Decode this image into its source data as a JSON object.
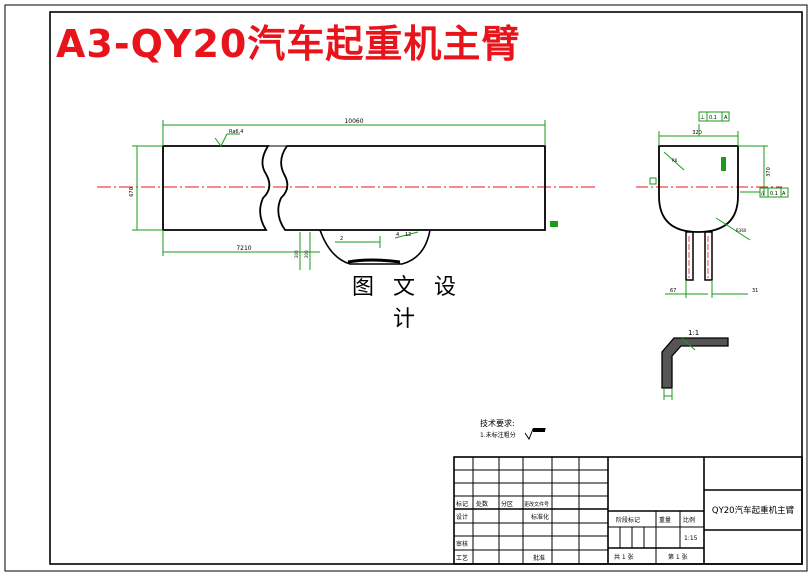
{
  "banner": {
    "title": "A3-QY20汽车起重机主臂"
  },
  "watermark": {
    "text": "图 文 设 计"
  },
  "main_view": {
    "overall_length": "10060",
    "height_dim": "670",
    "partial_length": "7210",
    "roughness_note": "Ra6.4",
    "small_dims": [
      "2",
      "4",
      "12",
      "200",
      "200"
    ]
  },
  "side_view": {
    "top_width": "320",
    "right_height": "370",
    "bottom_left": "67",
    "bottom_right": "31",
    "tol_perp": "⊥",
    "tol_val_1": "0.1",
    "tol_ref_1": "A",
    "tol_par": "//",
    "tol_val_2": "0.1",
    "tol_ref_2": "A",
    "radius_1": "R6",
    "radius_2": "R360"
  },
  "detail": {
    "scale_label": "1:1"
  },
  "tech_req": {
    "heading": "技术要求:",
    "item_1": "1.未标注粗分"
  },
  "title_block": {
    "biaoji": "标记",
    "chushu": "处数",
    "fenqu": "分区",
    "gengai": "更改文件号",
    "sheji": "设计",
    "biaozhunhua": "标准化",
    "shenhe": "审核",
    "gongyi": "工艺",
    "pizhun": "批准",
    "jieduan": "阶段标记",
    "zhongliang": "重量",
    "bili": "比例",
    "scale_value": "1:15",
    "sheets_total": "共 1 张",
    "sheet_no": "第 1 张",
    "drawing_name": "QY20汽车起重机主臂"
  }
}
